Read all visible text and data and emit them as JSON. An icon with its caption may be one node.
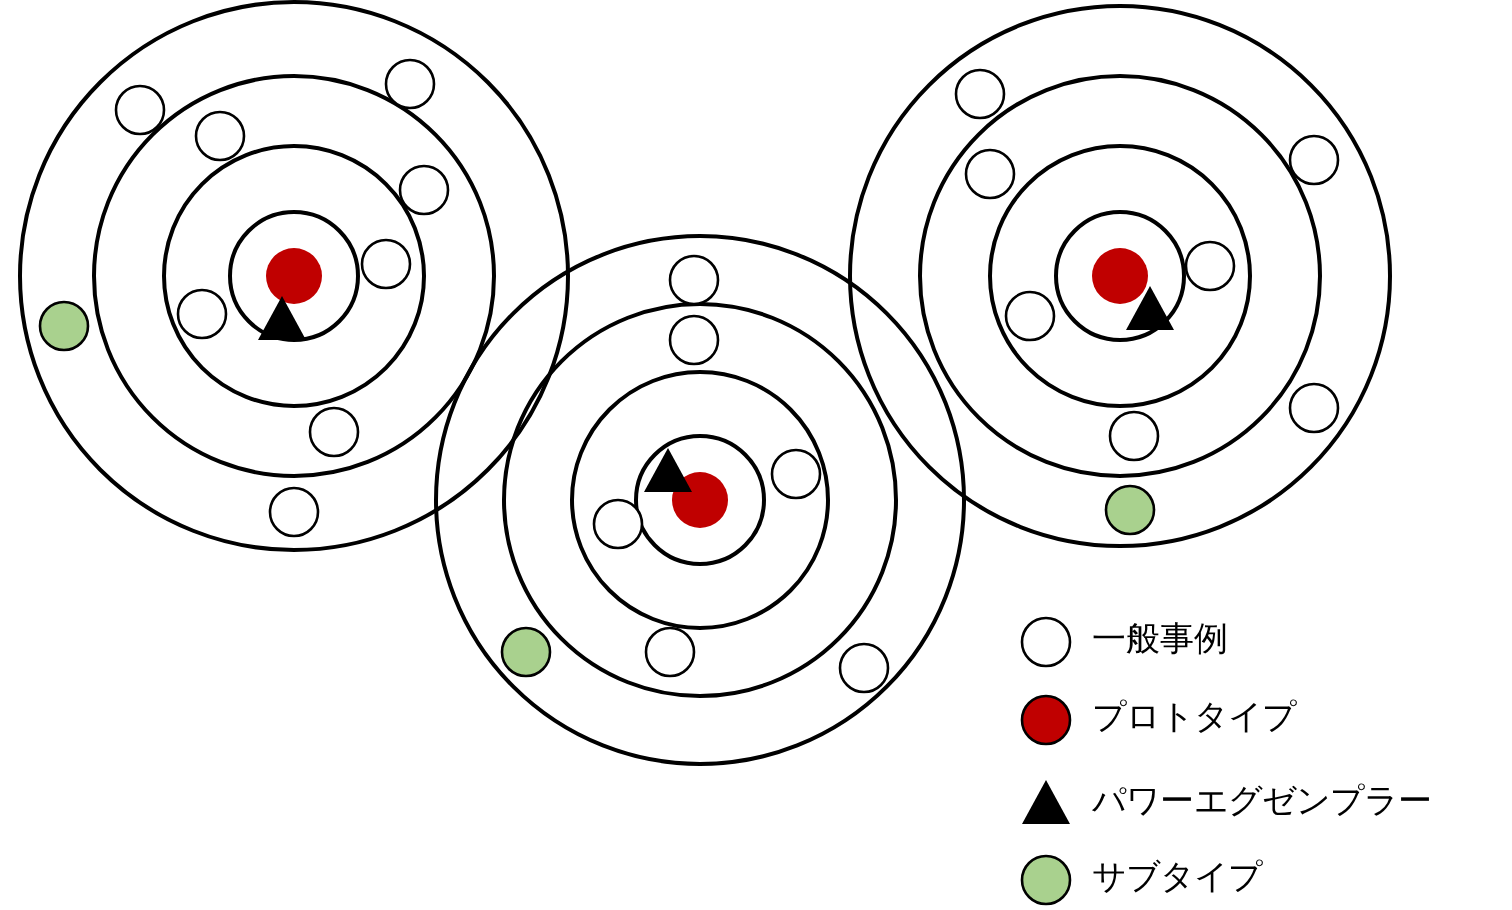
{
  "diagram": {
    "legend": [
      {
        "text": "一般事例",
        "color": "#ffffff"
      },
      {
        "text": "プロトタイプ",
        "color": "#c00000"
      },
      {
        "text": "パワーエグゼンプラー"
      },
      {
        "text": "サブタイプ",
        "color": "#a9d18e"
      }
    ]
  }
}
